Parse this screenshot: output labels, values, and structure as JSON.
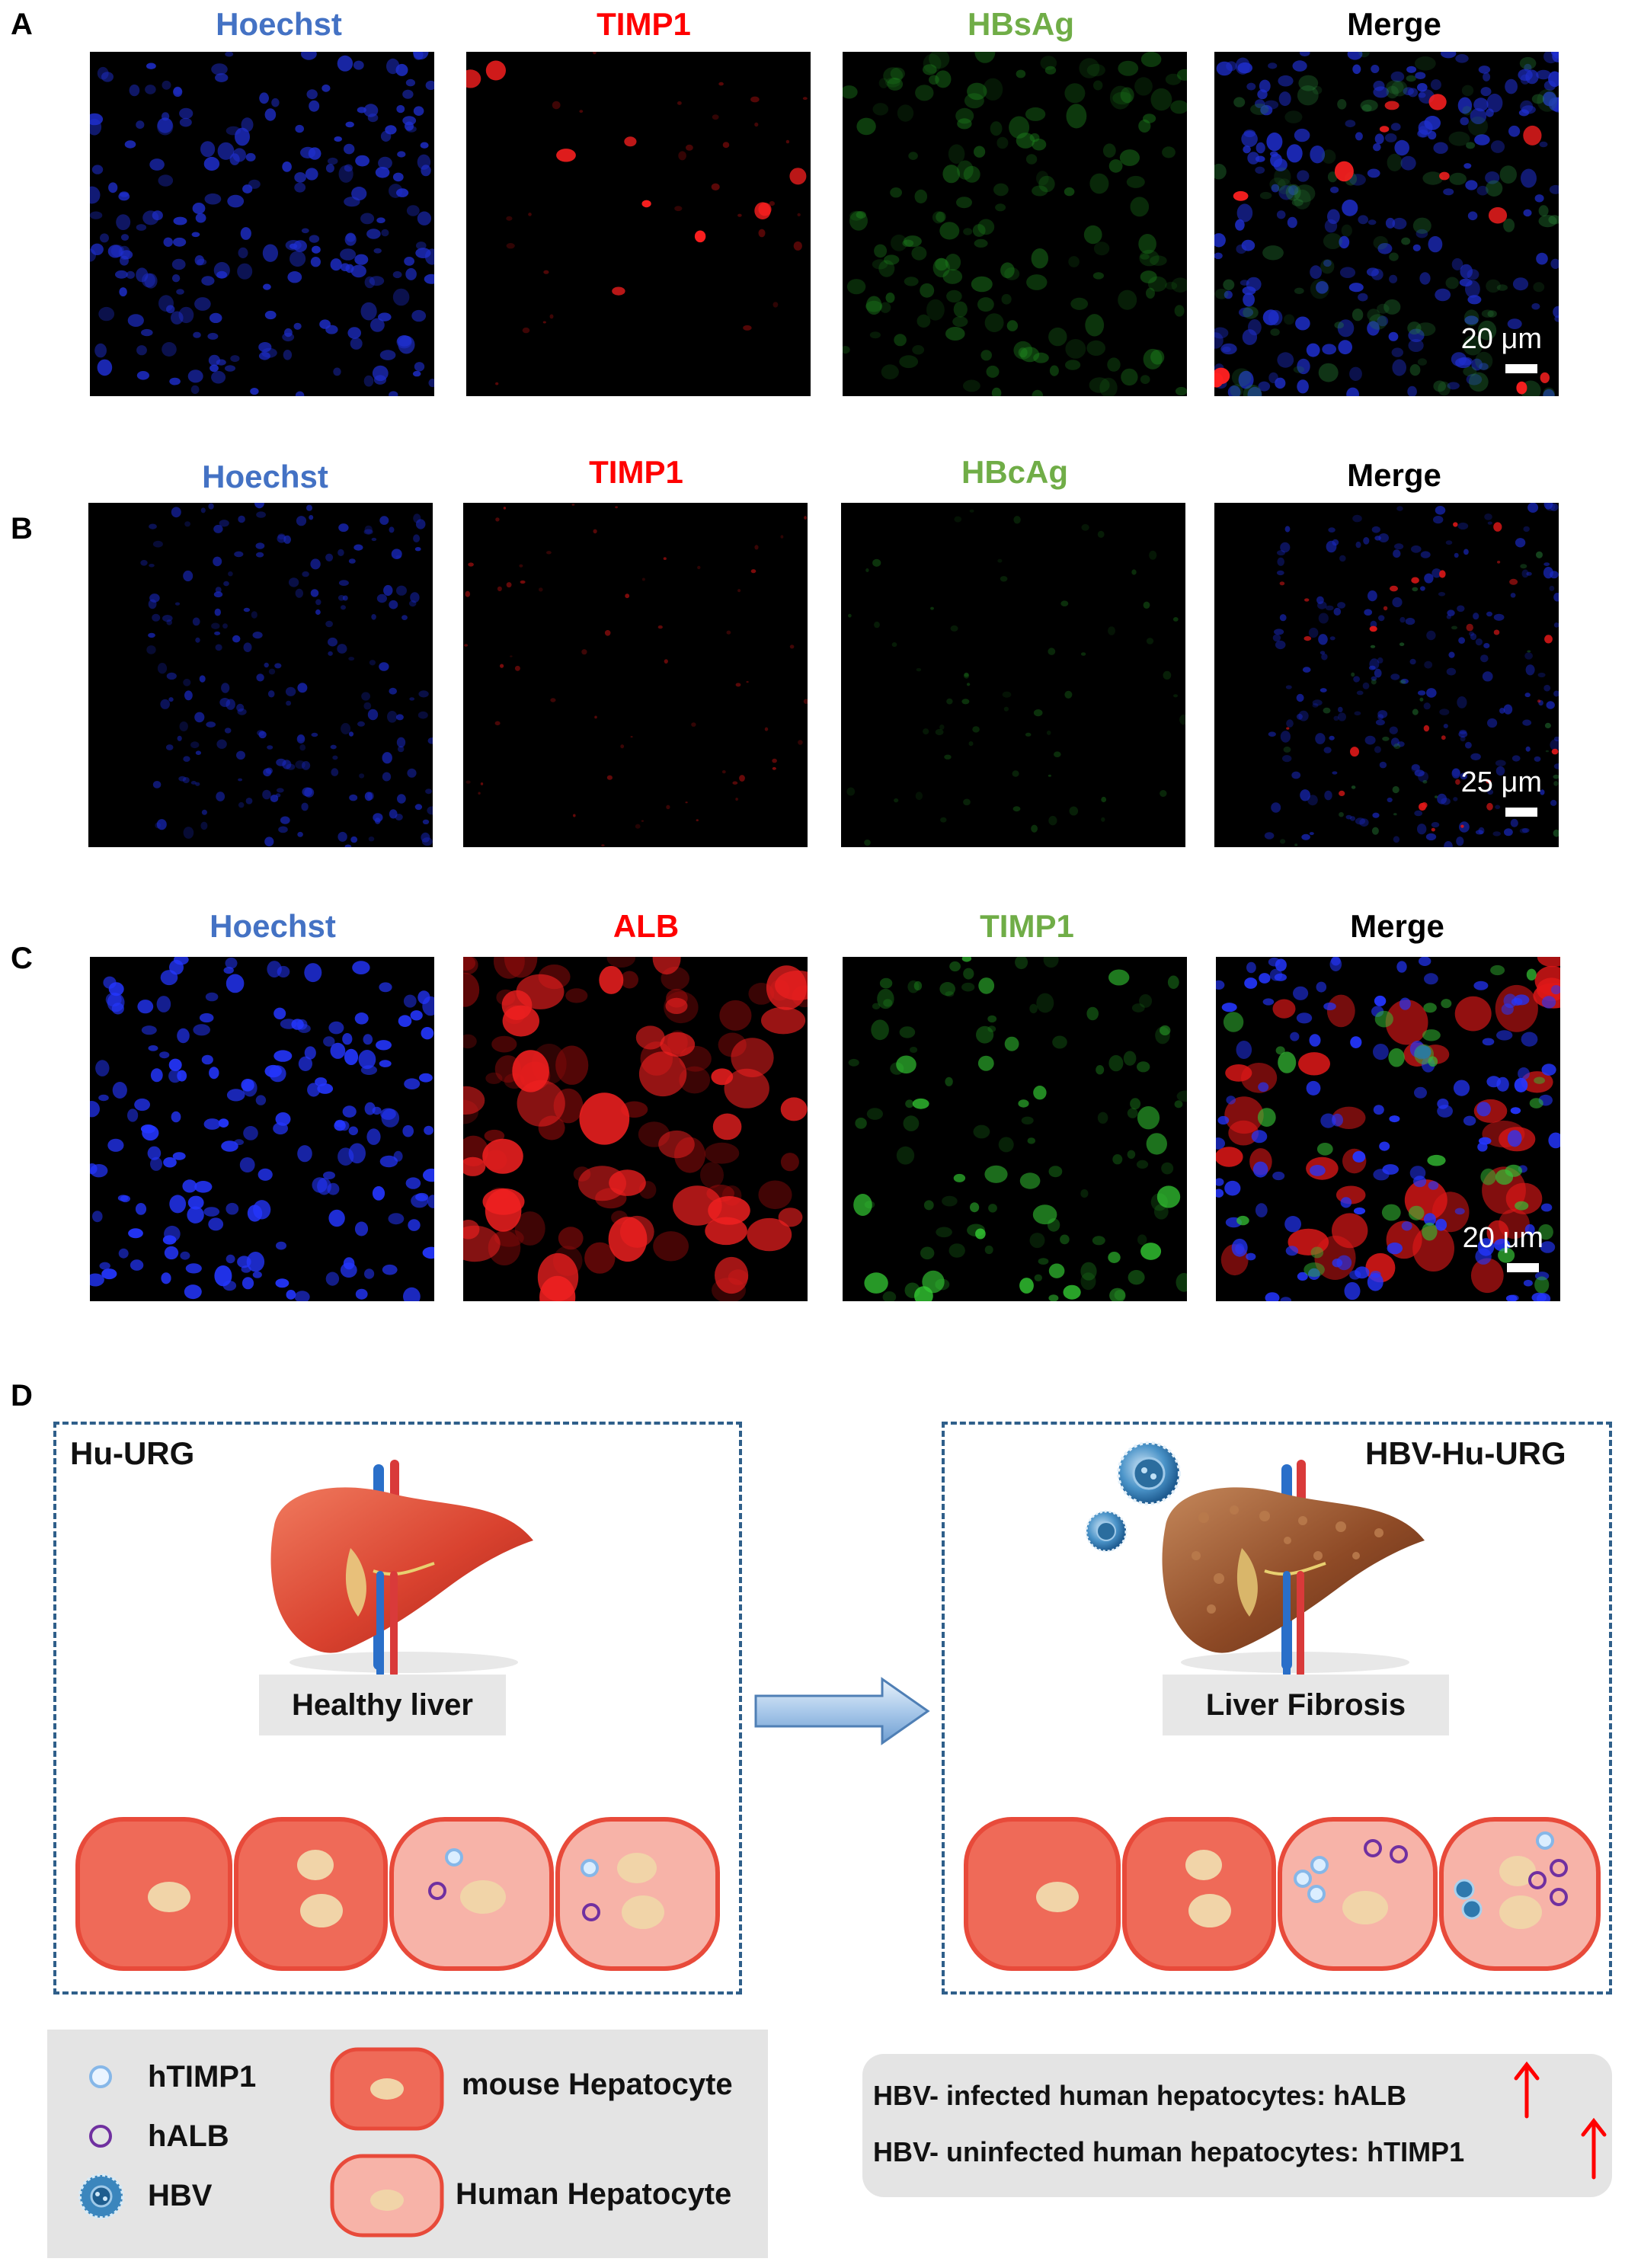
{
  "panels": {
    "A": {
      "label": "A",
      "titles": [
        "Hoechst",
        "TIMP1",
        "HBsAg",
        "Merge"
      ],
      "scale_bar": "20 μm"
    },
    "B": {
      "label": "B",
      "titles": [
        "Hoechst",
        "TIMP1",
        "HBcAg",
        "Merge"
      ],
      "scale_bar": "25 μm"
    },
    "C": {
      "label": "C",
      "titles": [
        "Hoechst",
        "ALB",
        "TIMP1",
        "Merge"
      ],
      "scale_bar": "20 μm"
    },
    "D": {
      "label": "D",
      "left_box": {
        "title": "Hu-URG",
        "tag": "Healthy liver"
      },
      "right_box": {
        "title": "HBV-Hu-URG",
        "tag": "Liver Fibrosis"
      },
      "legend": {
        "htimp1": "hTIMP1",
        "halb": "hALB",
        "hbv": "HBV",
        "mouse": "mouse Hepatocyte",
        "human": "Human Hepatocyte"
      },
      "summary": {
        "line1": "HBV- infected human hepatocytes: hALB",
        "line2": "HBV- uninfected human hepatocytes: hTIMP1"
      }
    }
  },
  "colors": {
    "hoechst_title": "#4472c4",
    "red_title": "#ff0000",
    "green_title": "#70ad47",
    "merge_title": "#000000",
    "dash_border": "#2f5f8a",
    "mouse_cell": "#ef6a58",
    "human_cell": "#f7b3a8",
    "nucleus": "#f1d4a8",
    "arrow_up": "#ff0000"
  }
}
